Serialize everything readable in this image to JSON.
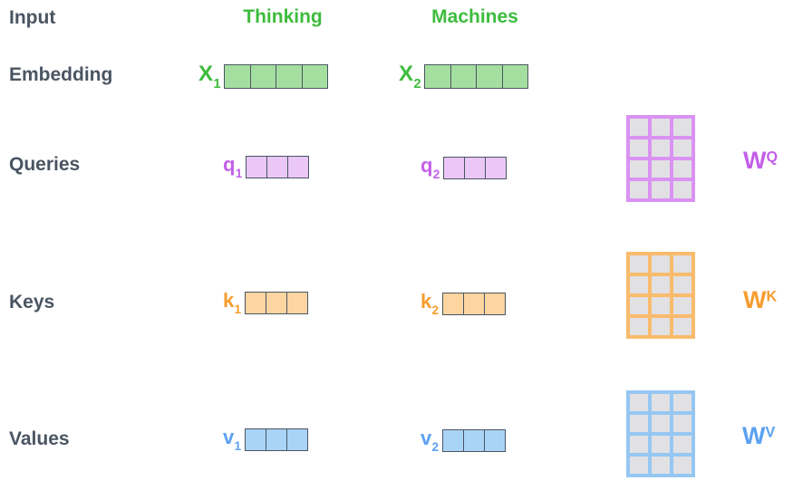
{
  "row_labels": {
    "input": "Input",
    "embedding": "Embedding",
    "queries": "Queries",
    "keys": "Keys",
    "values": "Values"
  },
  "word_headers": {
    "first": "Thinking",
    "second": "Machines"
  },
  "embedding_row": {
    "x1": {
      "base": "X",
      "sub": "1",
      "cells": 4
    },
    "x2": {
      "base": "X",
      "sub": "2",
      "cells": 4
    }
  },
  "query_row": {
    "q1": {
      "base": "q",
      "sub": "1",
      "cells": 3
    },
    "q2": {
      "base": "q",
      "sub": "2",
      "cells": 3
    },
    "matrix": {
      "base": "W",
      "sup": "Q",
      "rows": 4,
      "cols": 3
    }
  },
  "key_row": {
    "k1": {
      "base": "k",
      "sub": "1",
      "cells": 3
    },
    "k2": {
      "base": "k",
      "sub": "2",
      "cells": 3
    },
    "matrix": {
      "base": "W",
      "sup": "K",
      "rows": 4,
      "cols": 3
    }
  },
  "value_row": {
    "v1": {
      "base": "v",
      "sub": "1",
      "cells": 3
    },
    "v2": {
      "base": "v",
      "sub": "2",
      "cells": 3
    },
    "matrix": {
      "base": "W",
      "sup": "V",
      "rows": 4,
      "cols": 3
    }
  },
  "colors": {
    "label_text": "#4a5562",
    "green_text": "#3dbc3d",
    "green_fill": "#a5dfa0",
    "purple_text": "#c35fe8",
    "purple_fill": "#eac7f6",
    "purple_grid": "#da92f2",
    "orange_text": "#f89c2f",
    "orange_fill": "#fcd5a0",
    "orange_grid": "#f9bb6c",
    "blue_text": "#5ba1f2",
    "blue_fill": "#aad4f6",
    "blue_grid": "#96c7f2",
    "matrix_cell": "#e1e1e4",
    "vector_border": "#4a5562"
  }
}
